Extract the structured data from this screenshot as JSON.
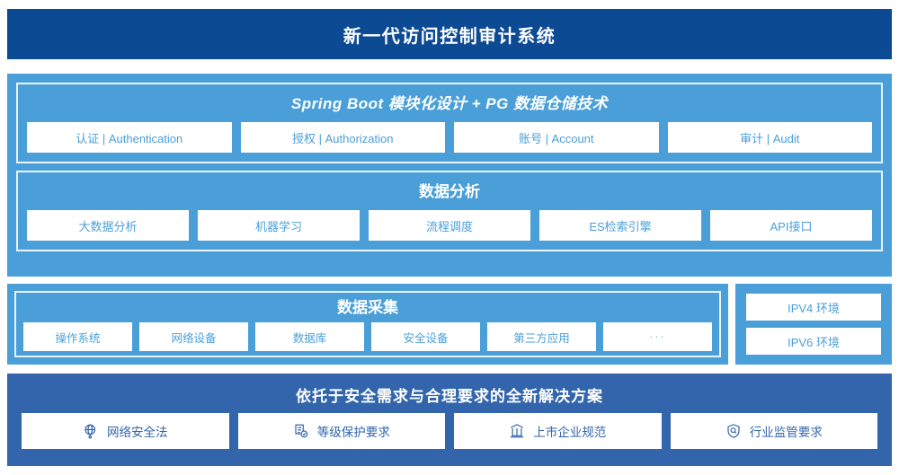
{
  "header": {
    "title": "新一代访问控制审计系统",
    "bg_color": "#0c4a94"
  },
  "theme": {
    "panel_blue": "#4a9fd8",
    "deep_blue": "#0c4a94",
    "solution_blue": "#3265ab",
    "card_bg": "#ffffff"
  },
  "application_layer": {
    "spring": {
      "title": "Spring Boot 模块化设计 + PG 数据仓储技术",
      "cards": [
        {
          "label": "认证 | Authentication"
        },
        {
          "label": "授权 | Authorization"
        },
        {
          "label": "账号 | Account"
        },
        {
          "label": "审计 | Audit"
        }
      ]
    },
    "analysis": {
      "title": "数据分析",
      "cards": [
        {
          "label": "大数据分析"
        },
        {
          "label": "机器学习"
        },
        {
          "label": "流程调度"
        },
        {
          "label": "ES检索引擎"
        },
        {
          "label": "API接口"
        }
      ]
    }
  },
  "collection": {
    "title": "数据采集",
    "cards": [
      {
        "label": "操作系统"
      },
      {
        "label": "网络设备"
      },
      {
        "label": "数据库"
      },
      {
        "label": "安全设备"
      },
      {
        "label": "第三方应用"
      },
      {
        "label": "···"
      }
    ]
  },
  "environment": {
    "cards": [
      {
        "label": "IPV4 环境"
      },
      {
        "label": "IPV6 环境"
      }
    ]
  },
  "solution": {
    "title": "依托于安全需求与合理要求的全新解决方案",
    "cards": [
      {
        "label": "网络安全法",
        "icon": "globe-network-icon"
      },
      {
        "label": "等级保护要求",
        "icon": "document-check-icon"
      },
      {
        "label": "上市企业规范",
        "icon": "bank-building-icon"
      },
      {
        "label": "行业监管要求",
        "icon": "shield-search-icon"
      }
    ]
  }
}
